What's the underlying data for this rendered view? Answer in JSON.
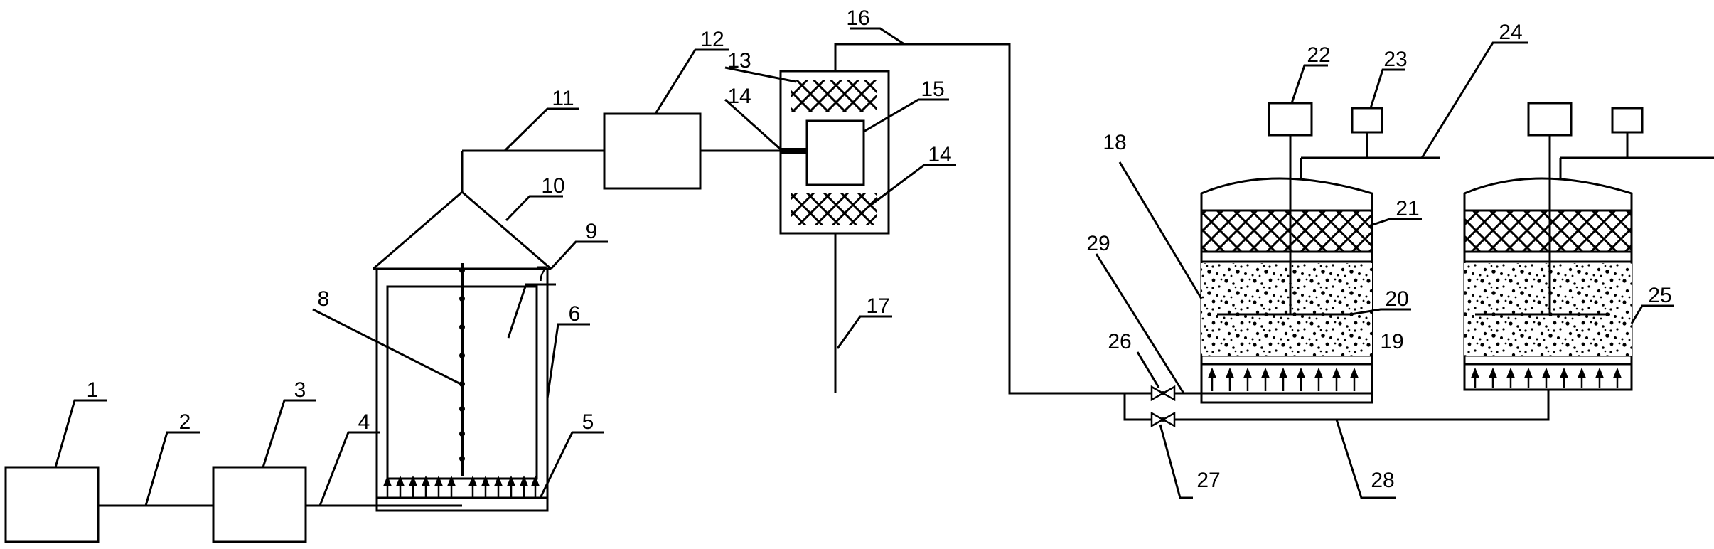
{
  "labels": [
    "1",
    "2",
    "3",
    "4",
    "5",
    "6",
    "7",
    "8",
    "9",
    "10",
    "11",
    "12",
    "13",
    "14",
    "14",
    "15",
    "16",
    "17",
    "18",
    "19",
    "20",
    "21",
    "22",
    "23",
    "24",
    "25",
    "26",
    "27",
    "28",
    "29"
  ],
  "colors": {
    "stroke": "#000000",
    "background": "#ffffff"
  }
}
